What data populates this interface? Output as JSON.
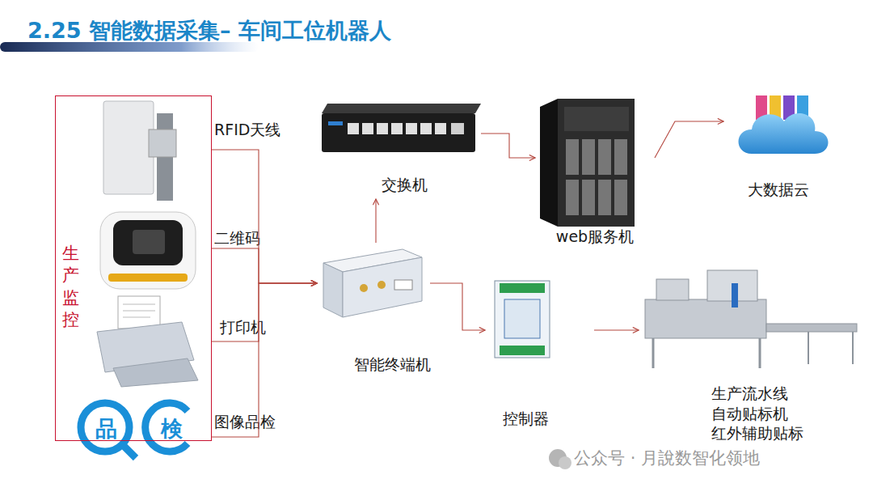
{
  "diagram": {
    "title": "2.25 智能数据采集– 车间工位机器人",
    "nodes": [
      {
        "text": [
          "生产监控"
        ]
      },
      {
        "text": [
          "RFID天线"
        ],
        "in": 0
      },
      {
        "text": [
          "二维码"
        ],
        "in": 0
      },
      {
        "text": [
          "打印机"
        ],
        "in": 0
      },
      {
        "text": [
          "图像品检"
        ],
        "in": 0
      },
      {
        "text": [
          "交换机"
        ]
      },
      {
        "text": [
          "web服务机"
        ]
      },
      {
        "text": [
          "大数据云"
        ]
      },
      {
        "text": [
          "智能终端机"
        ]
      },
      {
        "text": [
          "控制器"
        ]
      },
      {
        "text": [
          "生产流水线 自动贴标机 红外辅助贴标"
        ]
      }
    ],
    "edges": [
      {
        "from": 1,
        "to": 8,
        "arrow": "to"
      },
      {
        "from": 2,
        "to": 8,
        "arrow": "to"
      },
      {
        "from": 3,
        "to": 8,
        "arrow": "to"
      },
      {
        "from": 4,
        "to": 8,
        "arrow": "to"
      },
      {
        "from": 8,
        "to": 5,
        "arrow": "to"
      },
      {
        "from": 5,
        "to": 6,
        "arrow": "to"
      },
      {
        "from": 6,
        "to": 7,
        "arrow": "to"
      },
      {
        "from": 8,
        "to": 9,
        "arrow": "to"
      },
      {
        "from": 9,
        "to": 10,
        "arrow": "to"
      }
    ],
    "labels": [
      "品",
      "検",
      "公众号 · 月說数智化领地"
    ]
  }
}
